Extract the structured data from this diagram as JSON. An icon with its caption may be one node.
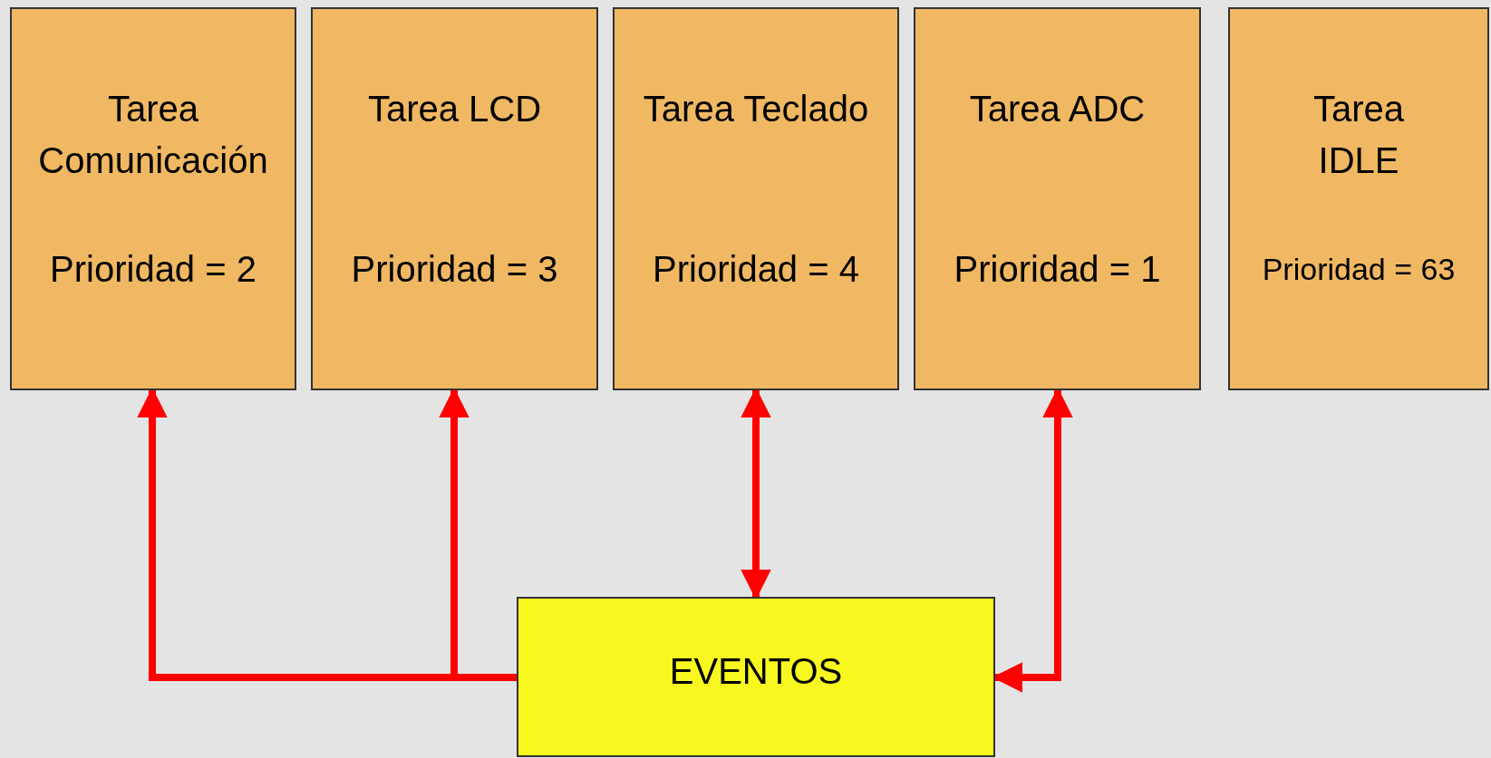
{
  "diagram": {
    "nodes": [
      {
        "text": [
          "Tarea Comunicación",
          "Prioridad = 2"
        ]
      },
      {
        "text": [
          "Tarea LCD",
          "Prioridad = 3"
        ]
      },
      {
        "text": [
          "Tarea Teclado",
          "Prioridad = 4"
        ]
      },
      {
        "text": [
          "Tarea ADC",
          "Prioridad = 1"
        ]
      },
      {
        "text": [
          "Tarea IDLE",
          "Prioridad = 63"
        ]
      },
      {
        "text": [
          "EVENTOS"
        ]
      }
    ],
    "edges": [
      {
        "from": 5,
        "to": 0,
        "arrow": "to"
      },
      {
        "from": 5,
        "to": 1,
        "arrow": "to"
      },
      {
        "from": 2,
        "to": 5,
        "arrow": "both"
      },
      {
        "from": 3,
        "to": 5,
        "arrow": "both"
      }
    ]
  }
}
